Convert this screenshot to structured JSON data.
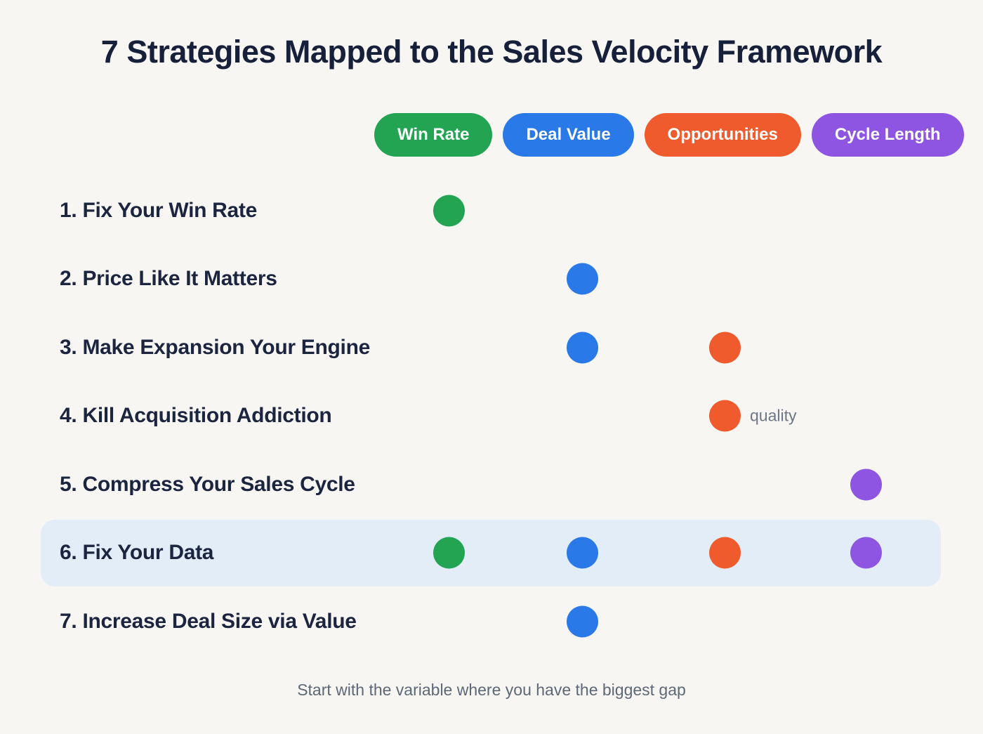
{
  "title": "7 Strategies Mapped to the Sales Velocity Framework",
  "legend": [
    {
      "key": "win_rate",
      "label": "Win Rate",
      "color": "#22a452"
    },
    {
      "key": "deal_value",
      "label": "Deal Value",
      "color": "#2a79e8"
    },
    {
      "key": "opportunities",
      "label": "Opportunities",
      "color": "#f05b2d"
    },
    {
      "key": "cycle_length",
      "label": "Cycle Length",
      "color": "#8d55e1"
    }
  ],
  "colors": {
    "background": "#f8f6f2",
    "title_text": "#16203a",
    "label_text": "#1b2540",
    "highlight_row": "#e2edf7",
    "annotation_text": "#6e7787",
    "footer_text": "#5d6877"
  },
  "chart_data": {
    "type": "table",
    "title": "7 Strategies Mapped to the Sales Velocity Framework",
    "columns": [
      "Win Rate",
      "Deal Value",
      "Opportunities",
      "Cycle Length"
    ],
    "rows": [
      {
        "label": "1. Fix Your Win Rate",
        "variables": [
          "win_rate"
        ]
      },
      {
        "label": "2. Price Like It Matters",
        "variables": [
          "deal_value"
        ]
      },
      {
        "label": "3. Make Expansion Your Engine",
        "variables": [
          "deal_value",
          "opportunities"
        ]
      },
      {
        "label": "4. Kill Acquisition Addiction",
        "variables": [
          "opportunities"
        ],
        "annotation": "quality",
        "annotation_after": "opportunities"
      },
      {
        "label": "5. Compress Your Sales Cycle",
        "variables": [
          "cycle_length"
        ]
      },
      {
        "label": "6. Fix Your Data",
        "variables": [
          "win_rate",
          "deal_value",
          "opportunities",
          "cycle_length"
        ],
        "highlighted": true
      },
      {
        "label": "7. Increase Deal Size via Value",
        "variables": [
          "deal_value"
        ]
      }
    ],
    "footer": "Start with the variable where you have the biggest gap"
  }
}
